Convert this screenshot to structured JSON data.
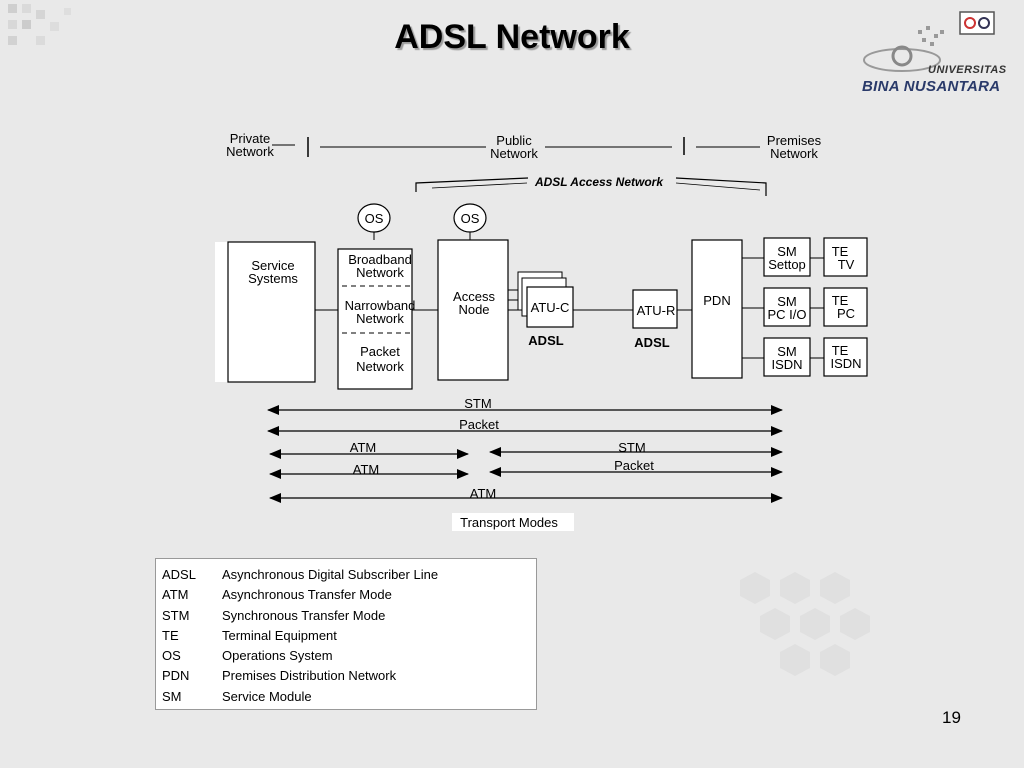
{
  "slide": {
    "title": "ADSL Network",
    "page_number": "19"
  },
  "logo": {
    "line1": "UNIVERSITAS",
    "line2": "BINA NUSANTARA"
  },
  "diagram": {
    "regions": {
      "private": [
        "Private",
        "Network"
      ],
      "public": [
        "Public",
        "Network"
      ],
      "premises": [
        "Premises",
        "Network"
      ],
      "access_network": "ADSL Access Network"
    },
    "os_nodes": [
      "OS",
      "OS"
    ],
    "service_systems": [
      "Service",
      "Systems"
    ],
    "networks": {
      "broadband": [
        "Broadband",
        "Network"
      ],
      "narrowband": [
        "Narrowband",
        "Network"
      ],
      "packet": [
        "Packet",
        "Network"
      ]
    },
    "access_node": [
      "Access",
      "Node"
    ],
    "atu_c": "ATU-C",
    "atu_r": "ATU-R",
    "adsl_left": "ADSL",
    "adsl_right": "ADSL",
    "pdn": "PDN",
    "service_modules": [
      [
        "SM",
        "Settop"
      ],
      [
        "SM",
        "PC I/O"
      ],
      [
        "SM",
        "ISDN"
      ]
    ],
    "terminal_equipment": [
      [
        "TE",
        "TV"
      ],
      [
        "TE",
        "PC"
      ],
      [
        "TE",
        "ISDN"
      ]
    ],
    "transport": {
      "stm_full": "STM",
      "packet_full": "Packet",
      "atm_left_1": "ATM",
      "stm_right": "STM",
      "atm_left_2": "ATM",
      "packet_right": "Packet",
      "atm_full": "ATM",
      "caption": "Transport Modes"
    }
  },
  "legend": [
    {
      "term": "ADSL",
      "definition": "Asynchronous Digital Subscriber Line"
    },
    {
      "term": "ATM",
      "definition": "Asynchronous Transfer Mode"
    },
    {
      "term": "STM",
      "definition": "Synchronous Transfer Mode"
    },
    {
      "term": "TE",
      "definition": "Terminal Equipment"
    },
    {
      "term": "OS",
      "definition": "Operations System"
    },
    {
      "term": "PDN",
      "definition": "Premises Distribution Network"
    },
    {
      "term": "SM",
      "definition": "Service Module"
    }
  ]
}
